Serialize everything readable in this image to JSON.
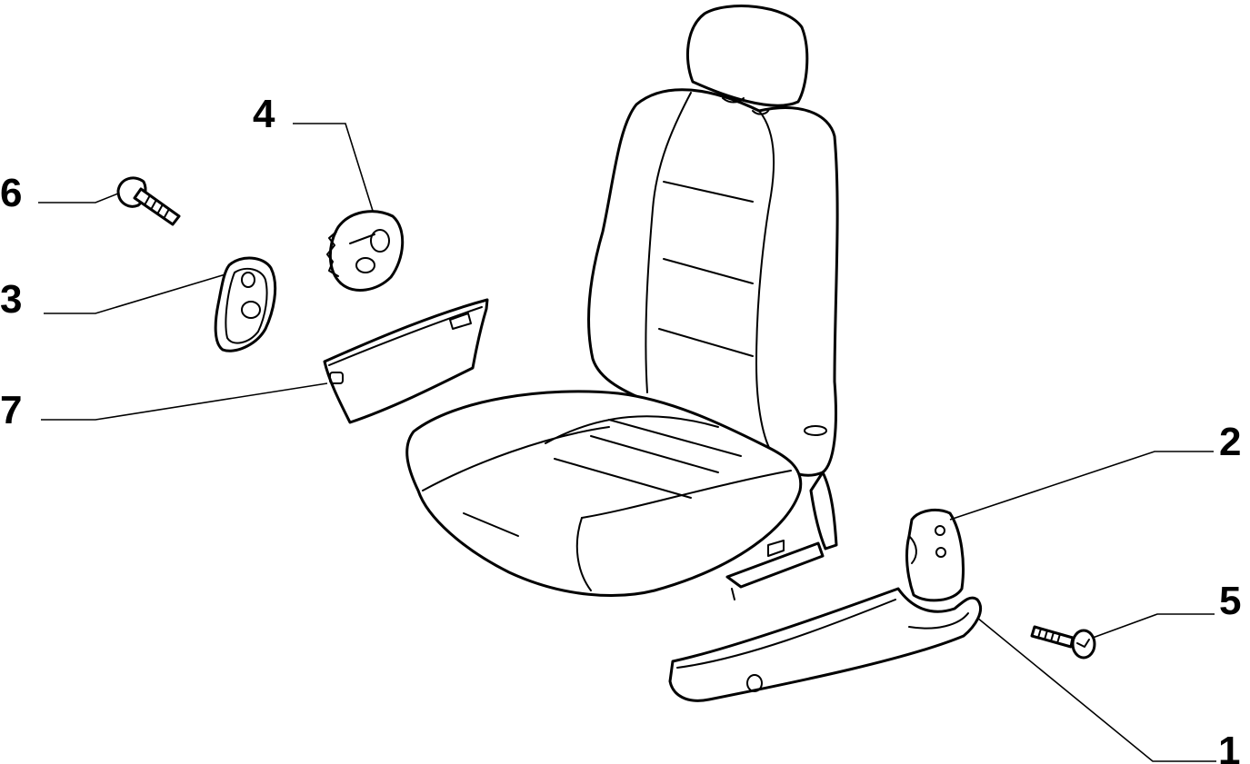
{
  "callouts": {
    "part_1": "1",
    "part_2": "2",
    "part_3": "3",
    "part_4": "4",
    "part_5": "5",
    "part_6": "6",
    "part_7": "7"
  },
  "colors": {
    "line": "#000000",
    "background": "#ffffff"
  }
}
